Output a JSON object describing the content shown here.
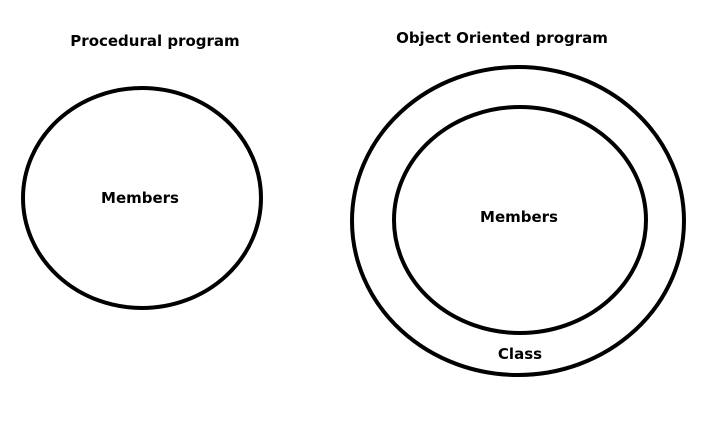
{
  "procedural": {
    "title": "Procedural program",
    "inner_label": "Members"
  },
  "object_oriented": {
    "title": "Object Oriented program",
    "inner_label": "Members",
    "outer_label": "Class"
  },
  "colors": {
    "stroke": "#000000",
    "background": "#ffffff"
  }
}
